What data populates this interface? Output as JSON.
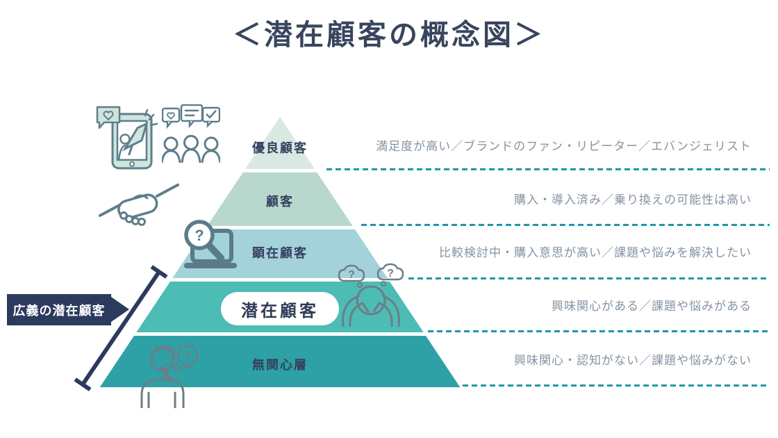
{
  "title": "＜潜在顧客の概念図＞",
  "callout": {
    "label": "広義の潜在顧客"
  },
  "pyramid": {
    "levels": [
      {
        "label": "優良顧客",
        "color": "#d9e9e2",
        "description": "満足度が高い／ブランドのファン・リピーター／エバンジェリスト"
      },
      {
        "label": "顧客",
        "color": "#b9d8cd",
        "description": "購入・導入済み／乗り換えの可能性は高い"
      },
      {
        "label": "顕在顧客",
        "color": "#a3d2da",
        "description": "比較検討中・購入意思が高い／課題や悩みを解決したい"
      },
      {
        "label": "潜在顧客",
        "color": "#4cbcb4",
        "description": "興味関心がある／課題や悩みがある",
        "highlighted": "true"
      },
      {
        "label": "無関心層",
        "color": "#2da1a5",
        "description": "興味関心・認知がない／課題や悩みがない"
      }
    ]
  },
  "icons": {
    "question_glyph": "?"
  },
  "colors": {
    "title_navy": "#39455e",
    "callout_navy": "#2c3a5e",
    "dash_teal": "#1e98a8",
    "description_gray": "#8593a2",
    "label_navy": "#35415f",
    "icon_slate": "#5e7e8b",
    "icon_mint": "#cfe6dc"
  }
}
